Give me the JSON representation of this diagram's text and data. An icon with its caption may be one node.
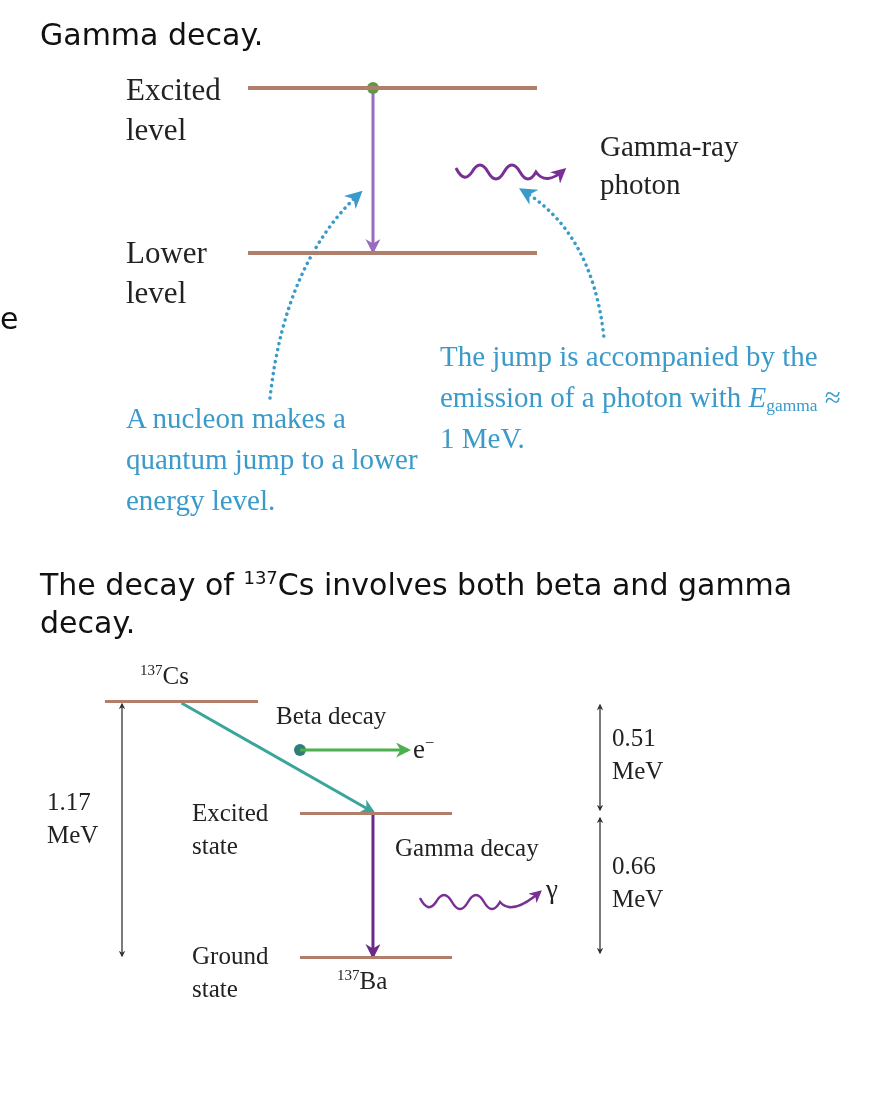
{
  "diagram": {
    "nodes": [
      {
        "text": [],
        "shape": "bar",
        "beside": [
          "Excited level"
        ]
      },
      {
        "text": [],
        "shape": "bar",
        "beside": [
          "Lower level"
        ]
      },
      {
        "text": [],
        "shape": "wave",
        "beside": [
          "Gamma-ray photon"
        ]
      },
      {
        "text": [
          "A nucleon makes a quantum jump to a lower energy level."
        ]
      },
      {
        "text": [
          "The jump is accompanied by the emission of a photon with *E*$_{gamma}$ ≈ 1 MeV."
        ]
      },
      {
        "text": [],
        "shape": "bar",
        "beside": [
          "$^{137}$Cs"
        ]
      },
      {
        "text": [],
        "shape": "bar",
        "beside": [
          "Excited state"
        ]
      },
      {
        "text": [],
        "shape": "bar",
        "beside": [
          "Ground state",
          "$^{137}$Ba"
        ]
      }
    ],
    "edges": [
      {
        "from": 0,
        "to": 1,
        "arrow": "to",
        "color": "#9b6bbf"
      },
      {
        "from": 3,
        "to": null,
        "arrow": "to",
        "style": "dashed",
        "color": "#3a9ac9"
      },
      {
        "from": 4,
        "to": 2,
        "arrow": "to",
        "style": "dashed",
        "color": "#3a9ac9"
      },
      {
        "from": 5,
        "to": 6,
        "arrow": "to",
        "color": "#3aa59a"
      },
      {
        "from": 6,
        "to": 7,
        "arrow": "to",
        "color": "#6a2a8a"
      }
    ],
    "labels": [
      "Gamma decay.",
      "e",
      "The decay of $^{137}$Cs involves both beta and gamma decay.",
      "Beta decay",
      "e$^{−}$",
      "1.17 MeV",
      "0.51 MeV",
      "Gamma decay",
      "γ",
      "0.66 MeV"
    ]
  }
}
